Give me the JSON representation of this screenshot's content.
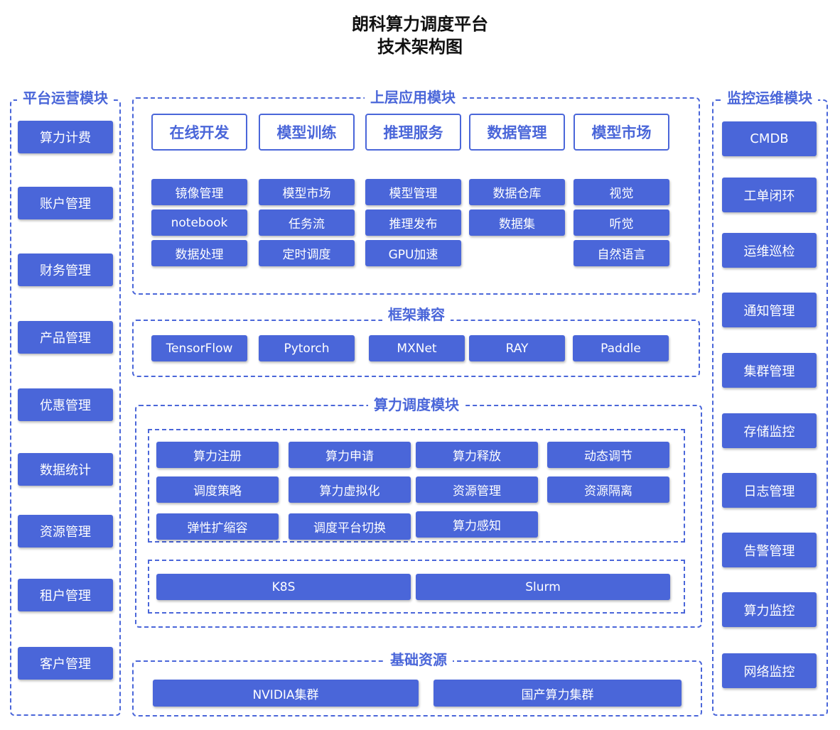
{
  "title": {
    "line1": "朗科算力调度平台",
    "line2": "技术架构图"
  },
  "left_panel": {
    "title": "平台运营模块",
    "items": [
      "算力计费",
      "账户管理",
      "财务管理",
      "产品管理",
      "优惠管理",
      "数据统计",
      "资源管理",
      "租户管理",
      "客户管理"
    ]
  },
  "right_panel": {
    "title": "监控运维模块",
    "items": [
      "CMDB",
      "工单闭环",
      "运维巡检",
      "通知管理",
      "集群管理",
      "存储监控",
      "日志管理",
      "告警管理",
      "算力监控",
      "网络监控"
    ]
  },
  "upper_app": {
    "title": "上层应用模块",
    "headers": [
      "在线开发",
      "模型训练",
      "推理服务",
      "数据管理",
      "模型市场"
    ],
    "columns": [
      [
        "镜像管理",
        "notebook",
        "数据处理"
      ],
      [
        "模型市场",
        "任务流",
        "定时调度"
      ],
      [
        "模型管理",
        "推理发布",
        "GPU加速"
      ],
      [
        "数据仓库",
        "数据集"
      ],
      [
        "视觉",
        "听觉",
        "自然语言"
      ]
    ]
  },
  "framework": {
    "title": "框架兼容",
    "items": [
      "TensorFlow",
      "Pytorch",
      "MXNet",
      "RAY",
      "Paddle"
    ]
  },
  "scheduling": {
    "title": "算力调度模块",
    "items": [
      "算力注册",
      "算力申请",
      "算力释放",
      "动态调节",
      "调度策略",
      "算力虚拟化",
      "资源管理",
      "资源隔离",
      "弹性扩缩容",
      "调度平台切换",
      "算力感知"
    ],
    "engines": [
      "K8S",
      "Slurm"
    ]
  },
  "infra": {
    "title": "基础资源",
    "items": [
      "NVIDIA集群",
      "国产算力集群"
    ]
  }
}
